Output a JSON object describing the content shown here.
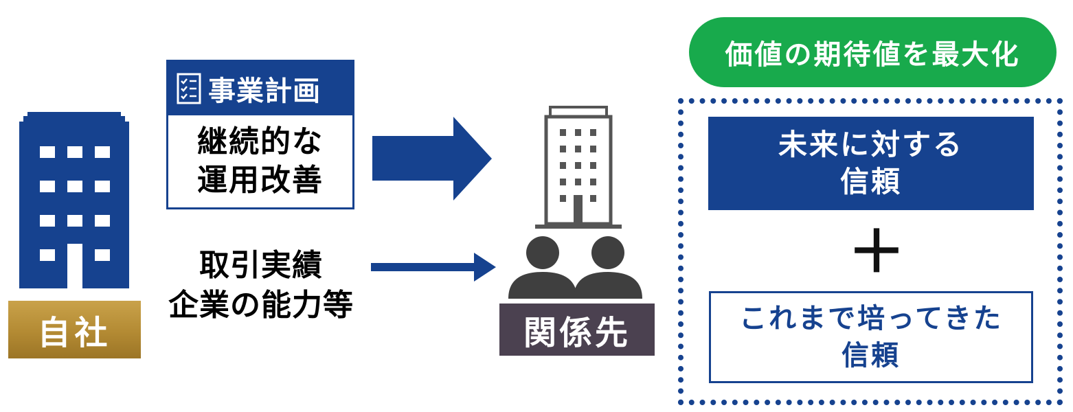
{
  "left": {
    "company_label": "自社"
  },
  "plan": {
    "title": "事業計画",
    "line1": "継続的な",
    "line2": "運用改善"
  },
  "record": {
    "line1": "取引実績",
    "line2": "企業の能力等"
  },
  "related": {
    "label": "関係先"
  },
  "right": {
    "goal": "価値の期待値を最大化",
    "future_line1": "未来に対する",
    "future_line2": "信頼",
    "plus": "＋",
    "past_line1": "これまで培ってきた",
    "past_line2": "信頼"
  },
  "colors": {
    "navy": "#16428f",
    "green": "#18aa4c",
    "gold": "#b38a33",
    "dark_purple": "#4b4150"
  },
  "icons": [
    "building-icon",
    "checklist-icon",
    "right-arrow-icon",
    "office-building-icon",
    "person-icon"
  ]
}
